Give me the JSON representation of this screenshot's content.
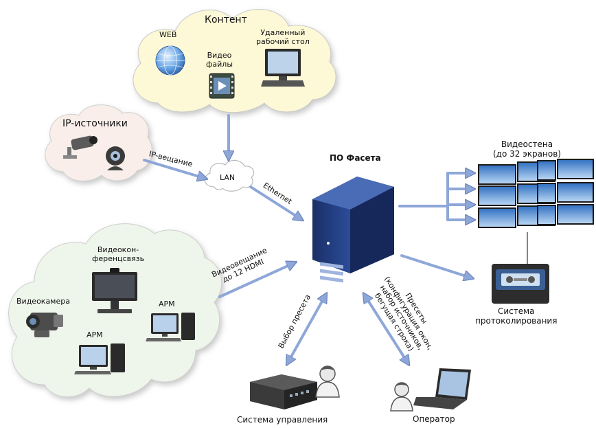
{
  "content_cloud": {
    "title": "Контент",
    "web": "WEB",
    "video_files": "Видео\nфайлы",
    "remote_desktop": "Удаленный\nрабочий стол"
  },
  "ip_cloud": {
    "title": "IP-источники"
  },
  "local_cloud": {
    "videoconf": "Видеокон-\nференцсвязь",
    "camera": "Видеокамера",
    "arm_right": "АРМ",
    "arm_left": "АРМ"
  },
  "lan": "LAN",
  "links": {
    "ip_broadcast": "IP-вещание",
    "ethernet": "Ethernet",
    "video_broadcast": "Видеовещание\nдо 12 HDMI",
    "preset_select": "Выбор пресета",
    "presets": "Пресеты\n(конфигурация окон,\nнабор источников,\nбегущая строка)"
  },
  "server": {
    "title": "ПО Фасета"
  },
  "videowall": {
    "title": "Видеостена\n(до 32 экранов)"
  },
  "recording": {
    "title": "Система\nпротоколирования"
  },
  "control": {
    "title": "Система управления"
  },
  "operator": {
    "title": "Оператор"
  },
  "colors": {
    "arrow": "#8ea7d8",
    "arrow_edge": "#6d86bf",
    "cloud_fill": "#fdf8d6",
    "cloud_local": "#eef5ea",
    "cloud_ip": "#f9eee9"
  }
}
